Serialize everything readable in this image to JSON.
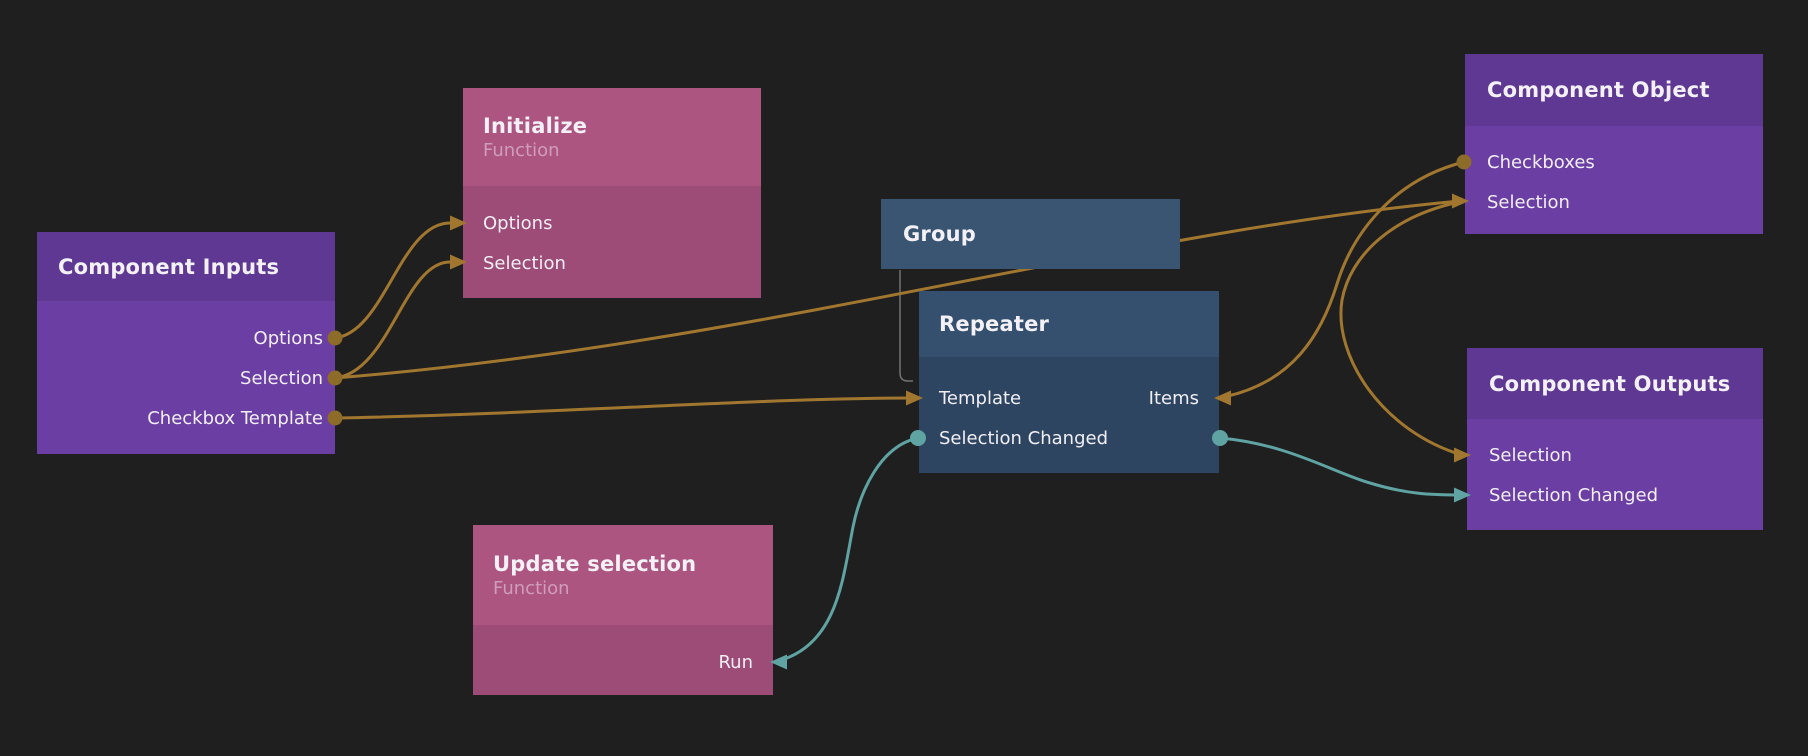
{
  "app": "node-graph-editor",
  "colors": {
    "canvas_background": "#1f1f1f",
    "data_wire": "#a17730",
    "signal_wire": "#5fa3a2",
    "hierarchy_wire": "#8f8f8f",
    "purple_node_header": "#5e3892",
    "purple_node_body": "#6b3ea3",
    "blue_node_header": "#34506e",
    "blue_node_body": "#2e4561",
    "pink_node_header": "#ad5581",
    "pink_node_body": "#9d4b77"
  },
  "nodes": {
    "component_inputs": {
      "title": "Component Inputs",
      "ports": [
        {
          "label": "Options",
          "side": "right",
          "kind": "output"
        },
        {
          "label": "Selection",
          "side": "right",
          "kind": "output"
        },
        {
          "label": "Checkbox Template",
          "side": "right",
          "kind": "output"
        }
      ]
    },
    "initialize": {
      "title": "Initialize",
      "subtitle": "Function",
      "ports": [
        {
          "label": "Options",
          "side": "left",
          "kind": "input"
        },
        {
          "label": "Selection",
          "side": "left",
          "kind": "input"
        }
      ]
    },
    "group": {
      "title": "Group",
      "ports": []
    },
    "repeater": {
      "title": "Repeater",
      "ports": [
        {
          "label": "Template",
          "side": "left",
          "kind": "input"
        },
        {
          "label": "Items",
          "side": "right",
          "kind": "input"
        },
        {
          "label": "Selection Changed",
          "side": "both",
          "kind": "output"
        }
      ]
    },
    "component_object": {
      "title": "Component Object",
      "ports": [
        {
          "label": "Checkboxes",
          "side": "left",
          "kind": "output"
        },
        {
          "label": "Selection",
          "side": "left",
          "kind": "input-output"
        }
      ]
    },
    "component_outputs": {
      "title": "Component Outputs",
      "ports": [
        {
          "label": "Selection",
          "side": "left",
          "kind": "input"
        },
        {
          "label": "Selection Changed",
          "side": "left",
          "kind": "input"
        }
      ]
    },
    "update_selection": {
      "title": "Update selection",
      "subtitle": "Function",
      "ports": [
        {
          "label": "Run",
          "side": "right",
          "kind": "input"
        }
      ]
    }
  },
  "connections": [
    {
      "from": "component_inputs.Options",
      "to": "initialize.Options",
      "type": "data"
    },
    {
      "from": "component_inputs.Selection",
      "to": "initialize.Selection",
      "type": "data"
    },
    {
      "from": "component_inputs.Selection",
      "to": "component_object.Selection",
      "type": "data"
    },
    {
      "from": "component_inputs.Checkbox Template",
      "to": "repeater.Template",
      "type": "data"
    },
    {
      "from": "component_object.Checkboxes",
      "to": "repeater.Items",
      "type": "data"
    },
    {
      "from": "component_object.Selection",
      "to": "component_outputs.Selection",
      "type": "data"
    },
    {
      "from": "repeater.Selection Changed",
      "to": "component_outputs.Selection Changed",
      "type": "signal"
    },
    {
      "from": "repeater.Selection Changed",
      "to": "update_selection.Run",
      "type": "signal"
    },
    {
      "from": "group",
      "to": "repeater",
      "type": "hierarchy"
    }
  ]
}
